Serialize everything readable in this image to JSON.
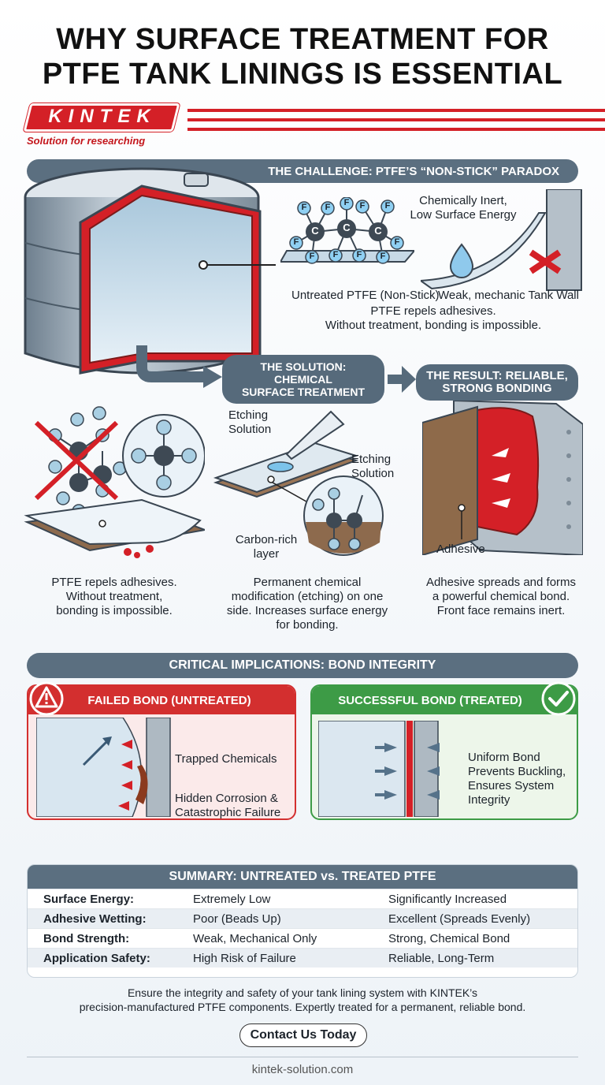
{
  "title_line1": "WHY SURFACE TREATMENT FOR",
  "title_line2": "PTFE TANK LININGS IS ESSENTIAL",
  "logo": {
    "brand": "KINTEK",
    "tagline": "Solution for researching"
  },
  "challenge": {
    "heading": "THE CHALLENGE: PTFE’S “NON-STICK” PARADOX",
    "label_untreated": "Untreated PTFE (Non-Stick)",
    "label_inert_1": "Chemically Inert,",
    "label_inert_2": "Low Surface Energy",
    "label_weak": "Weak, mechanic Tank Wall",
    "caption_1": "PTFE repels adhesives.",
    "caption_2": "Without treatment, bonding is impossible.",
    "atom_f": "F",
    "atom_c": "C"
  },
  "solution": {
    "heading_1": "THE SOLUTION:",
    "heading_2": "CHEMICAL",
    "heading_3": "SURFACE TREATMENT",
    "label_etch_left_1": "Etching",
    "label_etch_left_2": "Solution",
    "label_etch_right_1": "Etching",
    "label_etch_right_2": "Solution",
    "label_carbon_1": "Carbon-rich",
    "label_carbon_2": "layer",
    "caption_1": "Permanent chemical",
    "caption_2": "modification (etching) on one",
    "caption_3": "side. Increases surface energy",
    "caption_4": "for bonding."
  },
  "result": {
    "heading_1": "THE RESULT: RELIABLE,",
    "heading_2": "STRONG BONDING",
    "label_adhesive": "Adhesive",
    "caption_1": "Adhesive spreads and forms",
    "caption_2": "a powerful chemical bond.",
    "caption_3": "Front face remains inert."
  },
  "left_panel": {
    "caption_1": "PTFE repels adhesives.",
    "caption_2": "Without treatment,",
    "caption_3": "bonding is impossible."
  },
  "implications": {
    "heading": "CRITICAL IMPLICATIONS: BOND INTEGRITY",
    "fail_title": "FAILED BOND (UNTREATED)",
    "fail_label_1": "Trapped Chemicals",
    "fail_label_2a": "Hidden Corrosion &",
    "fail_label_2b": "Catastrophic Failure",
    "ok_title": "SUCCESSFUL BOND (TREATED)",
    "ok_label_1": "Uniform Bond",
    "ok_label_2": "Prevents Buckling,",
    "ok_label_3": "Ensures System",
    "ok_label_4": "Integrity"
  },
  "summary": {
    "heading": "SUMMARY: UNTREATED vs. TREATED PTFE",
    "rows": [
      {
        "label": "Surface Energy:",
        "untreated": "Extremely Low",
        "treated": "Significantly Increased"
      },
      {
        "label": "Adhesive Wetting:",
        "untreated": "Poor (Beads Up)",
        "treated": "Excellent (Spreads Evenly)"
      },
      {
        "label": "Bond Strength:",
        "untreated": "Weak, Mechanical Only",
        "treated": "Strong, Chemical Bond"
      },
      {
        "label": "Application Safety:",
        "untreated": "High Risk of Failure",
        "treated": "Reliable, Long-Term"
      }
    ]
  },
  "cta_1": "Ensure the integrity and safety of your tank lining system with KINTEK’s",
  "cta_2": "precision-manufactured PTFE components. Expertly treated for a permanent, reliable bond.",
  "contact_label": "Contact Us Today",
  "footer_url": "kintek-solution.com",
  "colors": {
    "slate": "#5b6f80",
    "red": "#d42027",
    "green": "#3d9b46"
  }
}
